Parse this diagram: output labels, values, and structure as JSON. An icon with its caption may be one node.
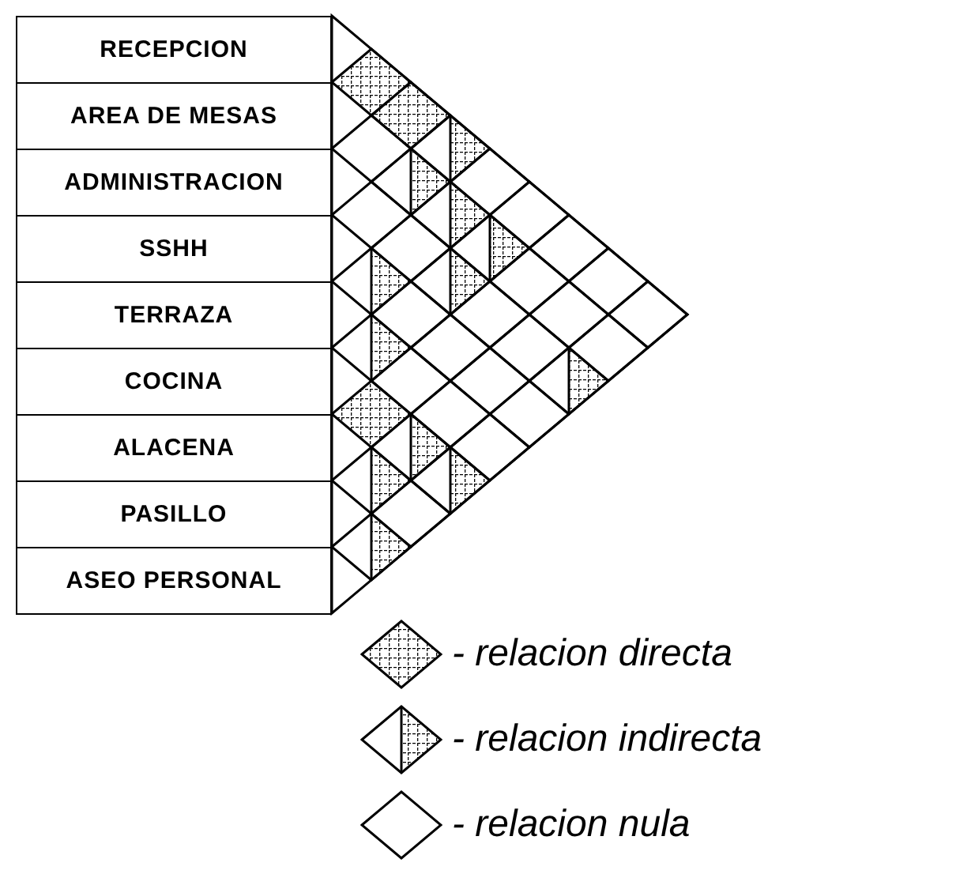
{
  "diagram": {
    "nodes": [
      {
        "text": [
          "RECEPCION"
        ]
      },
      {
        "text": [
          "AREA DE MESAS"
        ]
      },
      {
        "text": [
          "ADMINISTRACION"
        ]
      },
      {
        "text": [
          "SSHH"
        ]
      },
      {
        "text": [
          "TERRAZA"
        ]
      },
      {
        "text": [
          "COCINA"
        ]
      },
      {
        "text": [
          "ALACENA"
        ]
      },
      {
        "text": [
          "PASILLO"
        ]
      },
      {
        "text": [
          "ASEO PERSONAL"
        ]
      }
    ],
    "legend": [
      {
        "text": "- relacion directa"
      },
      {
        "text": "- relacion indirecta"
      },
      {
        "text": "- relacion nula"
      }
    ]
  }
}
